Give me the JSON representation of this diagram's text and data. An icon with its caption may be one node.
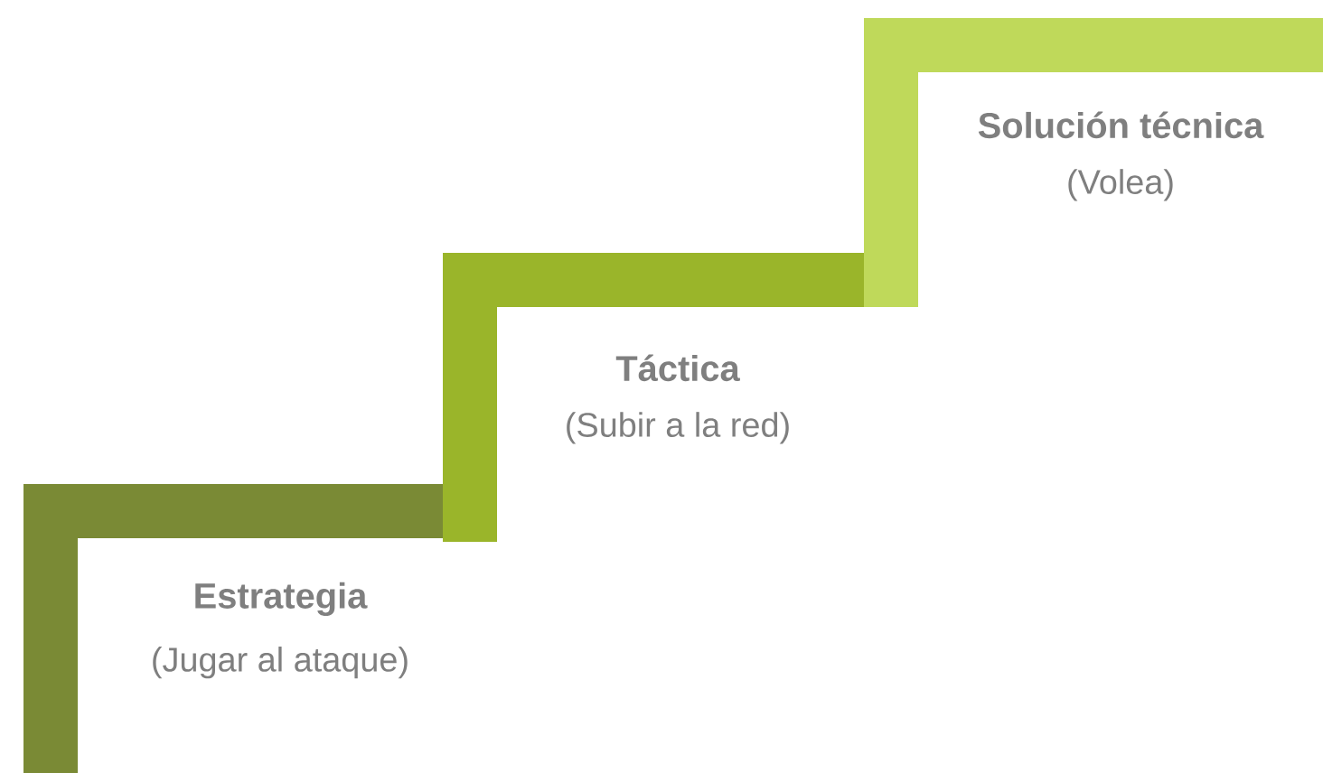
{
  "diagram": {
    "nodes": [
      {
        "text": [
          "Estrategia",
          "(Jugar al ataque)"
        ]
      },
      {
        "text": [
          "Táctica",
          "(Subir a la red)"
        ]
      },
      {
        "text": [
          "Solución técnica",
          "(Volea)"
        ]
      }
    ]
  }
}
